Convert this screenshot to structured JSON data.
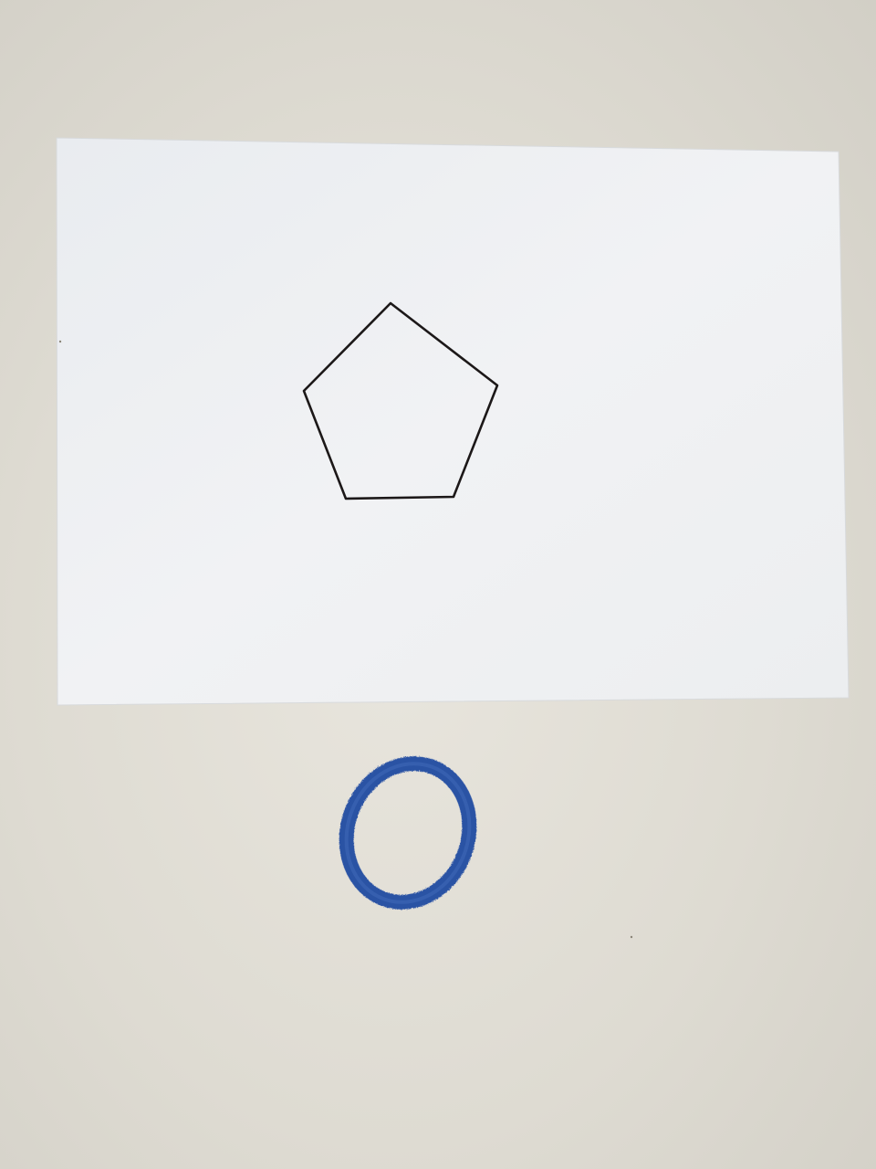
{
  "scene": {
    "background_color": "#dedbd2",
    "paper_color": "#eef0f2",
    "pentagon_stroke_color": "#1c1818",
    "ring_color": "#2f55a8"
  },
  "objects": [
    {
      "name": "sheet-of-paper",
      "kind": "paper"
    },
    {
      "name": "hand-drawn-pentagon",
      "kind": "outline",
      "sides": 5
    },
    {
      "name": "blue-hair-tie",
      "kind": "ring"
    }
  ]
}
